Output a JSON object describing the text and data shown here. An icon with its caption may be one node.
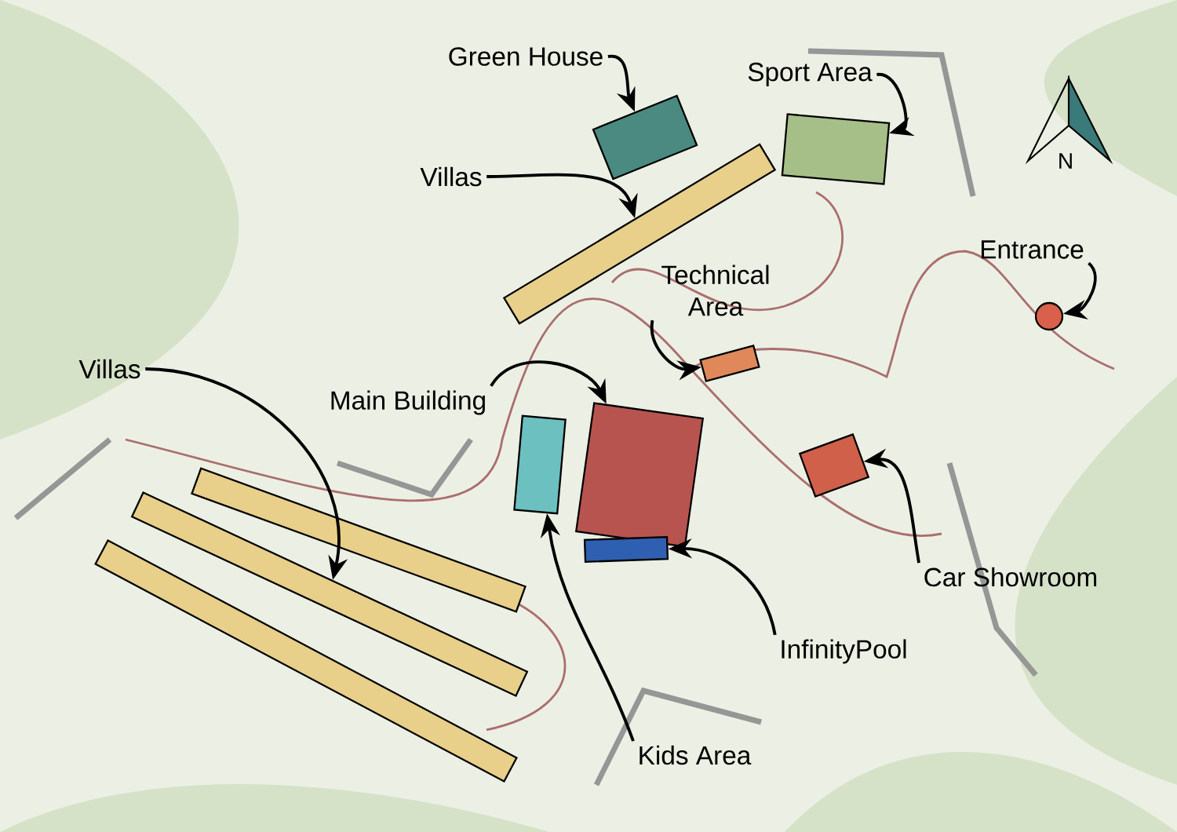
{
  "diagram": {
    "nodes": [
      {
        "text": [
          "Green House"
        ]
      },
      {
        "text": [],
        "shape": "box"
      },
      {
        "text": [
          "Sport Area"
        ]
      },
      {
        "text": [],
        "shape": "box"
      },
      {
        "text": [
          "Villas"
        ]
      },
      {
        "text": [],
        "shape": "bar"
      },
      {
        "text": [
          "Technical Area"
        ]
      },
      {
        "text": [],
        "shape": "box"
      },
      {
        "text": [
          "Entrance"
        ]
      },
      {
        "text": [],
        "shape": "circle"
      },
      {
        "text": [
          "Villas"
        ]
      },
      {
        "text": [],
        "shape": "bar"
      },
      {
        "text": [],
        "shape": "bar"
      },
      {
        "text": [],
        "shape": "bar"
      },
      {
        "text": [
          "Main Building"
        ]
      },
      {
        "text": [],
        "shape": "box"
      },
      {
        "text": [],
        "shape": "box"
      },
      {
        "text": [],
        "shape": "box"
      },
      {
        "text": [],
        "shape": "bar"
      },
      {
        "text": [
          "Car Showroom"
        ]
      },
      {
        "text": [
          "InfinityPool"
        ]
      },
      {
        "text": [
          "Kids Area"
        ]
      }
    ],
    "edges": [
      {
        "from": 0,
        "to": 1,
        "arrow": "to"
      },
      {
        "from": 2,
        "to": 3,
        "arrow": "to"
      },
      {
        "from": 4,
        "to": 5,
        "arrow": "to"
      },
      {
        "from": 6,
        "to": 7,
        "arrow": "to"
      },
      {
        "from": 8,
        "to": 9,
        "arrow": "to"
      },
      {
        "from": 10,
        "to": 12,
        "arrow": "to"
      },
      {
        "from": 14,
        "to": 16,
        "arrow": "to"
      },
      {
        "from": 19,
        "to": 17,
        "arrow": "to"
      },
      {
        "from": 20,
        "to": 18,
        "arrow": "to"
      },
      {
        "from": 21,
        "to": 15,
        "arrow": "to"
      }
    ],
    "labels": [
      "N"
    ]
  }
}
